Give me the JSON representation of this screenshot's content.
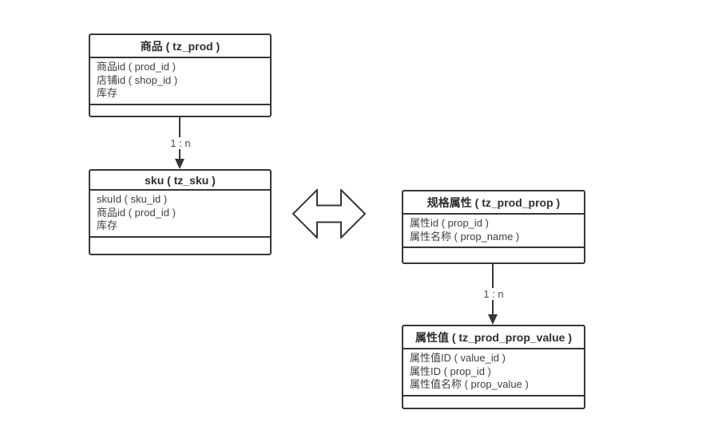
{
  "diagram": {
    "entities": [
      {
        "id": "prod",
        "title": "商品 ( tz_prod )",
        "fields": [
          "商品id ( prod_id )",
          "店铺id ( shop_id )",
          "库存"
        ]
      },
      {
        "id": "sku",
        "title": "sku ( tz_sku )",
        "fields": [
          "skuId ( sku_id )",
          "商品id ( prod_id )",
          "库存"
        ]
      },
      {
        "id": "prod_prop",
        "title": "规格属性 ( tz_prod_prop )",
        "fields": [
          "属性id ( prop_id )",
          "属性名称 ( prop_name )"
        ]
      },
      {
        "id": "prop_value",
        "title": "属性值 ( tz_prod_prop_value )",
        "fields": [
          "属性值ID ( value_id )",
          "属性ID ( prop_id )",
          "属性值名称 ( prop_value )"
        ]
      }
    ],
    "relations": [
      {
        "from": "prod",
        "to": "sku",
        "label": "1 : n"
      },
      {
        "from": "prod_prop",
        "to": "prop_value",
        "label": "1 : n"
      }
    ],
    "colors": {
      "border": "#363636",
      "text": "#3f3f3f",
      "relation_label": "#4a4a4a",
      "background": "#ffffff"
    }
  }
}
